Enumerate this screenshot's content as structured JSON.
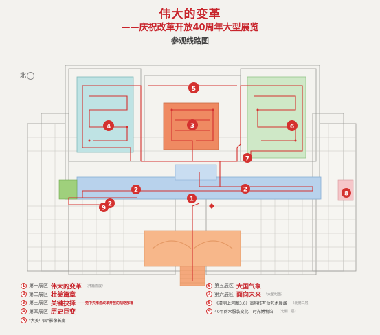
{
  "header": {
    "title": "伟大的变革",
    "subtitle": "——庆祝改革开放40周年大型展览",
    "map_title": "参观线路图"
  },
  "compass": {
    "label": "北"
  },
  "markers": [
    {
      "n": "1"
    },
    {
      "n": "2"
    },
    {
      "n": "2"
    },
    {
      "n": "2"
    },
    {
      "n": "3"
    },
    {
      "n": "4"
    },
    {
      "n": "5"
    },
    {
      "n": "6"
    },
    {
      "n": "7"
    },
    {
      "n": "8"
    },
    {
      "n": "9"
    }
  ],
  "colors": {
    "accent": "#c8242b",
    "hall4_fill": "#bfe3e4",
    "hall3_fill": "#ef8a62",
    "hall6_fill": "#cfe8c7",
    "hall2_fill": "#b8d2ec",
    "hall8_fill": "#f6c6c9",
    "hall9_fill": "#9fd07c",
    "plaza_fill": "#f7b78a",
    "route": "#d4312f"
  },
  "legend_left": [
    {
      "num": "1",
      "hall": "第一展区",
      "name": "伟大的变革",
      "note": "（开篇陈展）"
    },
    {
      "num": "2",
      "hall": "第二展区",
      "name": "壮美篇章",
      "note": ""
    },
    {
      "num": "3",
      "hall": "第三展区",
      "name": "关键抉择",
      "note": "——党中央推进改革开放的战略部署"
    },
    {
      "num": "4",
      "hall": "第四展区",
      "name": "历史巨变",
      "note": ""
    },
    {
      "num": "5",
      "hall": "",
      "name": "",
      "note": "",
      "plain": "\"大美中国\"影像长廊"
    }
  ],
  "legend_right": [
    {
      "num": "6",
      "hall": "第五展区",
      "name": "大国气象",
      "note": ""
    },
    {
      "num": "7",
      "hall": "第六展区",
      "name": "面向未来",
      "note": "（大型组画）"
    },
    {
      "num": "8",
      "hall": "",
      "name": "",
      "plain": "《清明上河图3.0》高科技互动艺术展演",
      "note": "（北侧二层）"
    },
    {
      "num": "9",
      "hall": "",
      "name": "",
      "plain": "40年群众服装变化　时光博物馆",
      "note": "（北侧二层）"
    }
  ]
}
